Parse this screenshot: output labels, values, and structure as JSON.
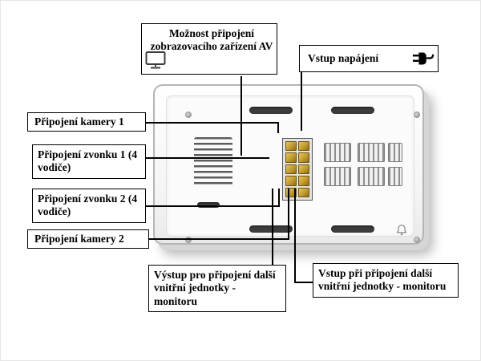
{
  "diagram": {
    "labels": {
      "av": "Možnost připojení zobrazovacího zařízení AV",
      "power": "Vstup napájení",
      "camera1": "Připojení kamery 1",
      "bell1": "Připojení zvonku 1 (4 vodiče)",
      "bell2": "Připojení zvonku 2 (4 vodiče)",
      "camera2": "Připojení kamery 2",
      "monitor_out": "Výstup pro připojení další vnitřní jednotky - monitoru",
      "monitor_in": "Vstup při připojení další vnitřní jednotky - monitoru"
    },
    "icons": {
      "av_box": "display-icon",
      "power_box": "power-plug-icon",
      "device": "doorbell-icon"
    },
    "colors": {
      "callout_line": "#000000",
      "box_border": "#000000",
      "box_background": "#ffffff",
      "device_body": "#f8f8f8",
      "terminal_gold": "#c09a2e"
    }
  }
}
